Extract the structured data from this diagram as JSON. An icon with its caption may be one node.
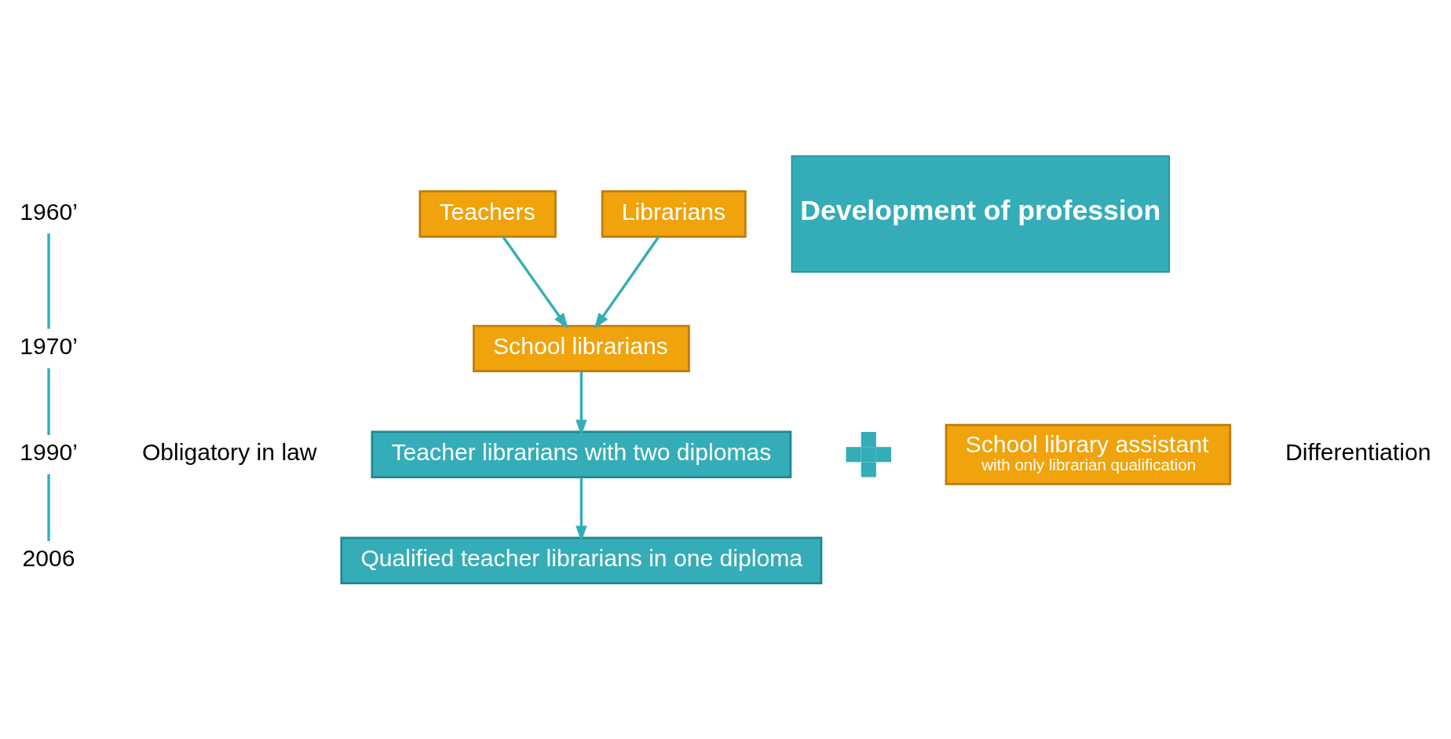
{
  "diagram": {
    "nodes": [
      {
        "text": [
          "Teachers"
        ]
      },
      {
        "text": [
          "Librarians"
        ]
      },
      {
        "text": [
          "School librarians"
        ]
      },
      {
        "text": [
          "Teacher librarians with two diplomas"
        ]
      },
      {
        "text": [],
        "shape": "plus"
      },
      {
        "text": [
          "School library assistant",
          "with only librarian qualification"
        ]
      },
      {
        "text": [
          "Qualified teacher librarians in one diploma"
        ]
      },
      {
        "text": [
          "Development of profession"
        ]
      }
    ],
    "edges": [
      {
        "from": 0,
        "to": 2,
        "arrow": "to"
      },
      {
        "from": 1,
        "to": 2,
        "arrow": "to"
      },
      {
        "from": 2,
        "to": 3,
        "arrow": "to"
      },
      {
        "from": 3,
        "to": 6,
        "arrow": "to"
      }
    ],
    "labels": [
      "1960’",
      "1970’",
      "1990’",
      "2006",
      "Obligatory in law",
      "Differentiation"
    ]
  }
}
